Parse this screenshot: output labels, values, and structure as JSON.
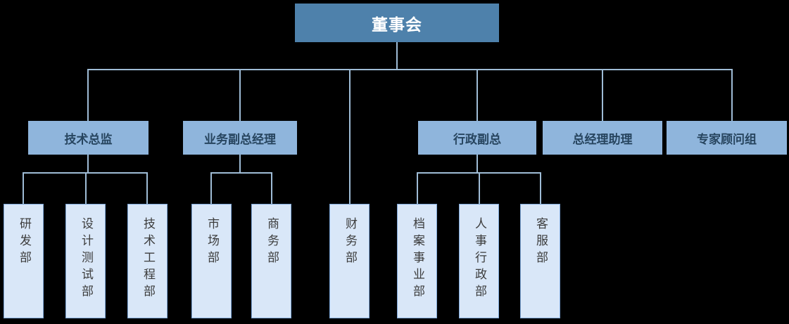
{
  "diagram": {
    "type": "org-chart",
    "background_color": "#000000",
    "connector_color": "#9FBCD6",
    "root": {
      "label": "董事会",
      "fill": "#4E81AB",
      "text_color": "#FFFFFF"
    },
    "managers": [
      {
        "label": "技术总监",
        "parent": "董事会",
        "fill": "#8FB5DC",
        "text_color": "#27455F"
      },
      {
        "label": "业务副总经理",
        "parent": "董事会",
        "fill": "#8FB5DC",
        "text_color": "#27455F"
      },
      {
        "label": "行政副总",
        "parent": "董事会",
        "fill": "#8FB5DC",
        "text_color": "#27455F"
      },
      {
        "label": "总经理助理",
        "parent": "董事会",
        "fill": "#8FB5DC",
        "text_color": "#27455F"
      },
      {
        "label": "专家顾问组",
        "parent": "董事会",
        "fill": "#8FB5DC",
        "text_color": "#27455F"
      }
    ],
    "departments": [
      {
        "label": "研发部",
        "parent": "技术总监",
        "fill": "#D9E7F8",
        "border": "#7FA8D9"
      },
      {
        "label": "设计测试部",
        "parent": "技术总监",
        "fill": "#D9E7F8",
        "border": "#7FA8D9"
      },
      {
        "label": "技术工程部",
        "parent": "技术总监",
        "fill": "#D9E7F8",
        "border": "#7FA8D9"
      },
      {
        "label": "市场部",
        "parent": "业务副总经理",
        "fill": "#D9E7F8",
        "border": "#7FA8D9"
      },
      {
        "label": "商务部",
        "parent": "业务副总经理",
        "fill": "#D9E7F8",
        "border": "#7FA8D9"
      },
      {
        "label": "财务部",
        "parent": "董事会",
        "fill": "#D9E7F8",
        "border": "#7FA8D9"
      },
      {
        "label": "档案事业部",
        "parent": "行政副总",
        "fill": "#D9E7F8",
        "border": "#7FA8D9"
      },
      {
        "label": "人事行政部",
        "parent": "行政副总",
        "fill": "#D9E7F8",
        "border": "#7FA8D9"
      },
      {
        "label": "客服部",
        "parent": "行政副总",
        "fill": "#D9E7F8",
        "border": "#7FA8D9"
      }
    ]
  }
}
